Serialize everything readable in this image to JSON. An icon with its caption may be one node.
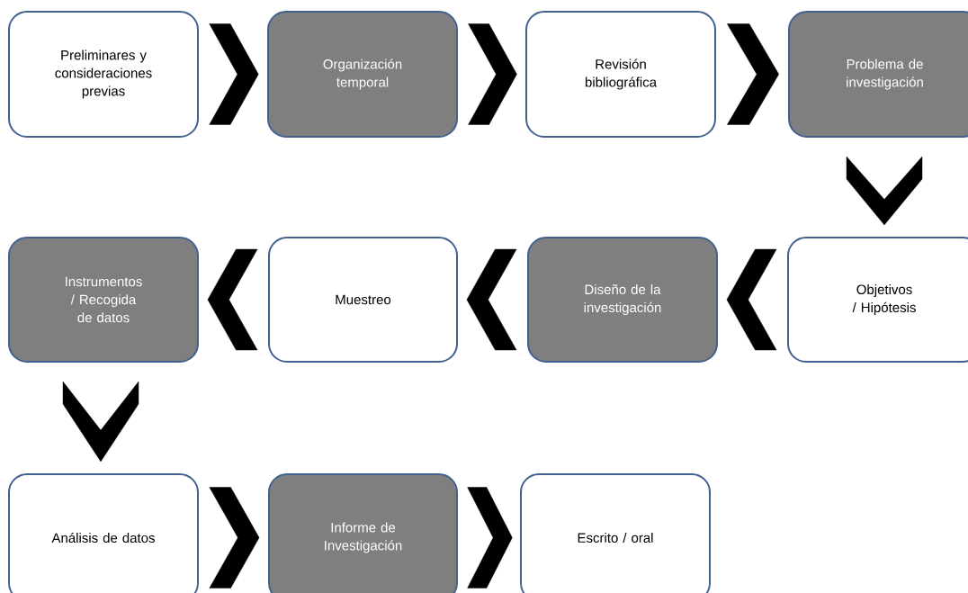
{
  "diagram": {
    "nodes": [
      {
        "text": [
          "Preliminares y consideraciones previas"
        ]
      },
      {
        "text": [
          "Organización temporal"
        ]
      },
      {
        "text": [
          "Revisión bibliográfica"
        ]
      },
      {
        "text": [
          "Problema de investigación"
        ]
      },
      {
        "text": [
          "Objetivos / Hipótesis"
        ]
      },
      {
        "text": [
          "Diseño de la investigación"
        ]
      },
      {
        "text": [
          "Muestreo"
        ]
      },
      {
        "text": [
          "Instrumentos / Recogida de datos"
        ]
      },
      {
        "text": [
          "Análisis de datos"
        ]
      },
      {
        "text": [
          "Informe de Investigación"
        ]
      },
      {
        "text": [
          "Escrito / oral"
        ]
      }
    ],
    "edges": [
      {
        "from": 0,
        "to": 1,
        "arrow": "to"
      },
      {
        "from": 1,
        "to": 2,
        "arrow": "to"
      },
      {
        "from": 2,
        "to": 3,
        "arrow": "to"
      },
      {
        "from": 3,
        "to": 4,
        "arrow": "to"
      },
      {
        "from": 4,
        "to": 5,
        "arrow": "to"
      },
      {
        "from": 5,
        "to": 6,
        "arrow": "to"
      },
      {
        "from": 6,
        "to": 7,
        "arrow": "to"
      },
      {
        "from": 7,
        "to": 8,
        "arrow": "to"
      },
      {
        "from": 8,
        "to": 9,
        "arrow": "to"
      },
      {
        "from": 9,
        "to": 10,
        "arrow": "to"
      }
    ]
  }
}
